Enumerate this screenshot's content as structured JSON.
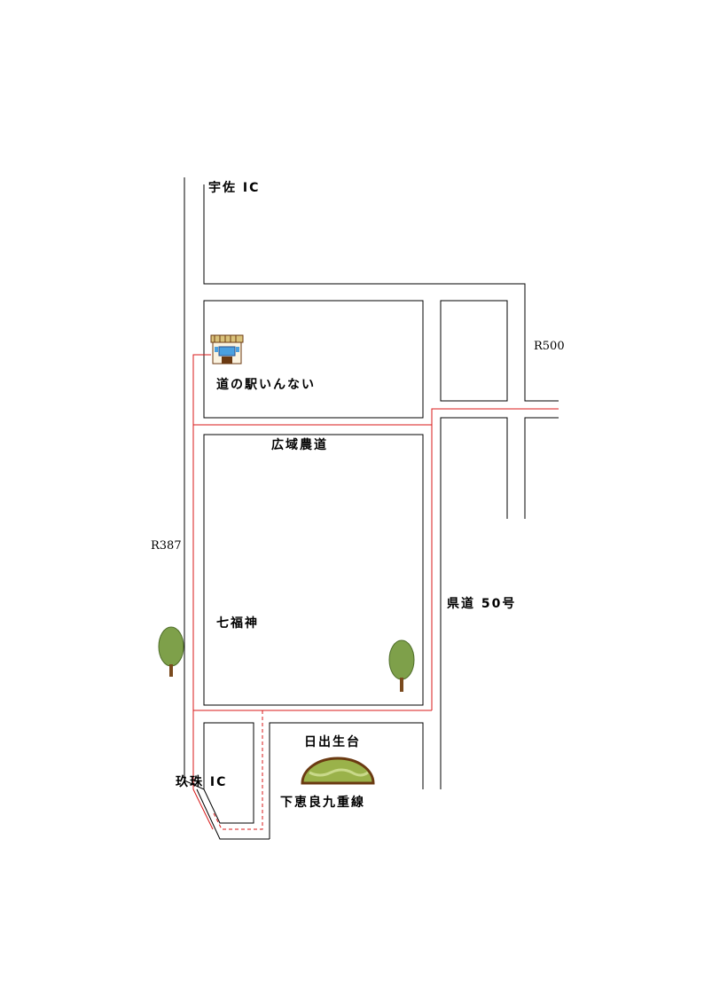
{
  "labels": {
    "usa_ic": "宇佐 IC",
    "r500": "R500",
    "michi_no_eki": "道の駅いんない",
    "koiki_nodo": "広域農道",
    "r387": "R387",
    "kendo": "県道 50号",
    "shichifukujin": "七福神",
    "hidenodai": "日出生台",
    "kusu_ic": "玖珠 IC",
    "shimoera": "下恵良九重線"
  },
  "icons": {
    "station": "roadside-station-icon",
    "tree": "tree-icon",
    "hill": "hill-icon"
  },
  "colors": {
    "road": "#000000",
    "route": "#d81818",
    "tree_foliage": "#7ea04a",
    "tree_trunk": "#7a4a1e",
    "hill_grass": "#9ab24a",
    "hill_outline": "#6b3a12"
  }
}
